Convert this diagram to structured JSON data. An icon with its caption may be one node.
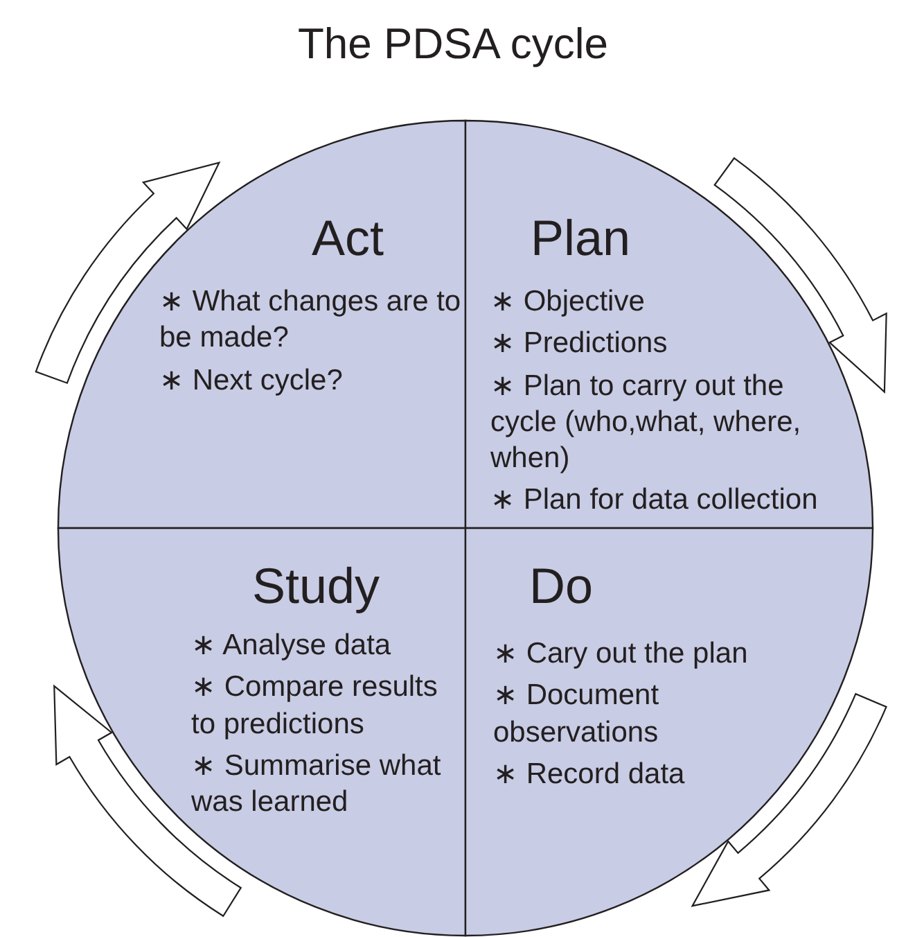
{
  "diagram": {
    "title": "The PDSA cycle",
    "nodes": [
      {
        "text": [
          "Act",
          "∗ What changes are to be made?",
          "∗ Next cycle?"
        ]
      },
      {
        "text": [
          "Plan",
          "∗ Objective",
          "∗ Predictions",
          "∗ Plan to carry out the cycle (who,what, where, when)",
          "∗ Plan for data collection"
        ]
      },
      {
        "text": [
          "Study",
          "∗ Analyse data",
          "∗ Compare results to predictions",
          "∗ Summarise what was learned"
        ]
      },
      {
        "text": [
          "Do",
          "∗ Cary out the plan",
          "∗ Document observations",
          "∗ Record data"
        ]
      }
    ]
  }
}
